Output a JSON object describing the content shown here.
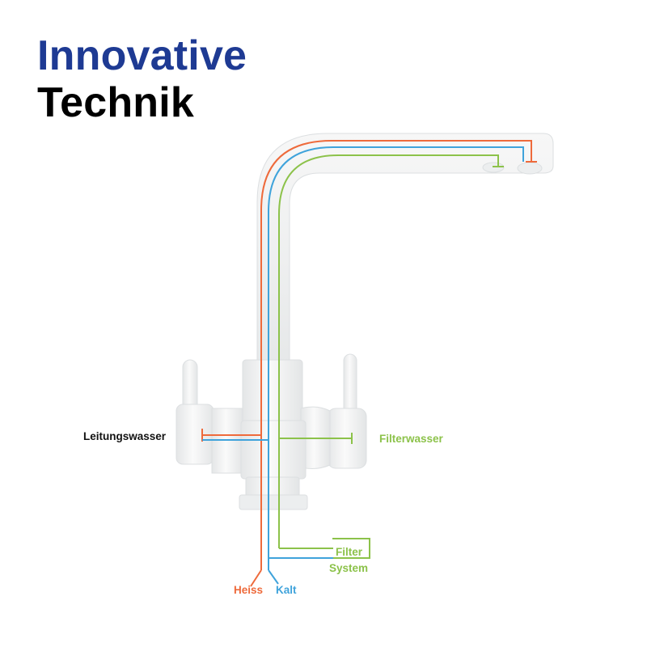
{
  "title": {
    "line1": "Innovative",
    "line2": "Technik",
    "line1_color": "#1e3a93",
    "line2_color": "#000000"
  },
  "labels": {
    "leitungswasser": "Leitungswasser",
    "filterwasser": "Filterwasser",
    "filter_line1": "Filter",
    "filter_line2": "System",
    "heiss": "Heiss",
    "kalt": "Kalt"
  },
  "colors": {
    "hot": "#ee6a3b",
    "cold": "#3fa3db",
    "filter": "#8cc24a",
    "label_dark": "#111111",
    "faucet_body": "#f1f2f2",
    "faucet_edge": "#d9dcde"
  },
  "icons": {
    "faucet": "three-way-kitchen-faucet-illustration"
  }
}
